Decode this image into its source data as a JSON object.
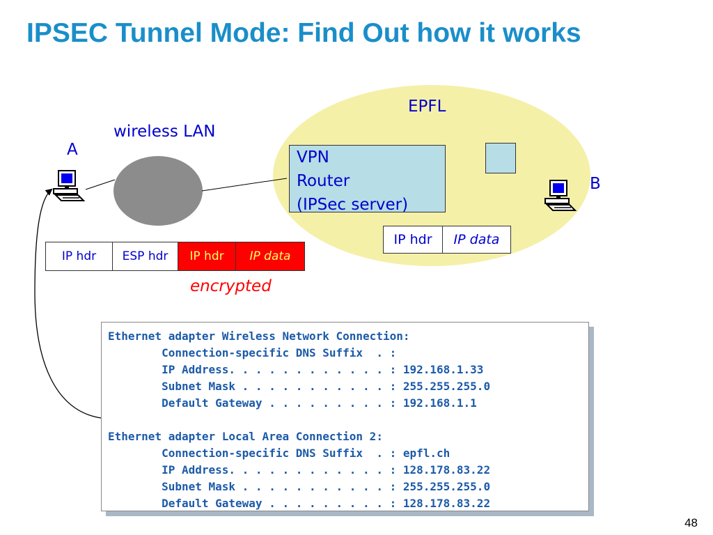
{
  "slide": {
    "title": "IPSEC Tunnel Mode: Find Out how it works",
    "page_number": "48"
  },
  "diagram": {
    "epfl_label": "EPFL",
    "wireless_label": "wireless LAN",
    "host_a": "A",
    "host_b": "B",
    "router_lines": [
      "VPN",
      "Router",
      "(IPSec server)"
    ],
    "inner_packet": [
      "IP hdr",
      "IP data"
    ],
    "outer_packet": [
      "IP hdr",
      "ESP hdr",
      "IP hdr",
      "IP data"
    ],
    "encrypted_label": "encrypted",
    "colors": {
      "title": "#1a8ec9",
      "label": "#0000cc",
      "epfl_region": "#f5f0a8",
      "router_fill": "#b7dde6",
      "wireless_cloud": "#8c8c8c",
      "encrypted": "#ff0000"
    }
  },
  "console": {
    "lines": [
      "Ethernet adapter Wireless Network Connection:",
      "        Connection-specific DNS Suffix  . :",
      "        IP Address. . . . . . . . . . . . : 192.168.1.33",
      "        Subnet Mask . . . . . . . . . . . : 255.255.255.0",
      "        Default Gateway . . . . . . . . . : 192.168.1.1",
      "",
      "Ethernet adapter Local Area Connection 2:",
      "        Connection-specific DNS Suffix  . : epfl.ch",
      "        IP Address. . . . . . . . . . . . : 128.178.83.22",
      "        Subnet Mask . . . . . . . . . . . : 255.255.255.0",
      "        Default Gateway . . . . . . . . . : 128.178.83.22"
    ]
  }
}
